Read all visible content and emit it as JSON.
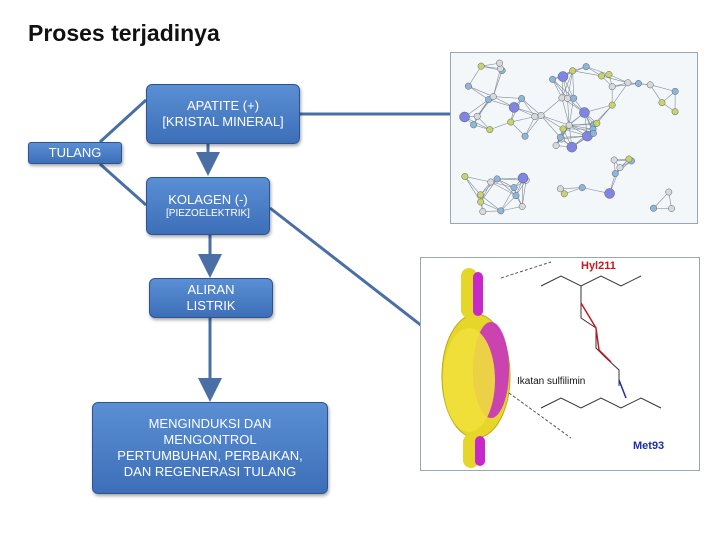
{
  "title": "Proses terjadinya",
  "boxes": {
    "apatite": {
      "line1": "APATITE (+)",
      "line2": "[KRISTAL MINERAL]"
    },
    "tulang": {
      "label": "TULANG"
    },
    "kolagen": {
      "line1": "KOLAGEN (-)",
      "line2": "[PIEZOELEKTRIK]"
    },
    "aliran": {
      "line1": "ALIRAN",
      "line2": "LISTRIK"
    },
    "menginduksi": {
      "line1": "MENGINDUKSI DAN",
      "line2": "MENGONTROL",
      "line3": "PERTUMBUHAN, PERBAIKAN,",
      "line4": "DAN REGENERASI TULANG"
    }
  },
  "collagen_image": {
    "hyl_label": "Hyl211",
    "met_label": "Met93",
    "bond_label": "Ikatan sulfilimin"
  },
  "colors": {
    "box_fill": "#4a7fc6",
    "arrow": "#4a6fa5",
    "hyl": "#c8181e",
    "met": "#1b2fa8"
  }
}
